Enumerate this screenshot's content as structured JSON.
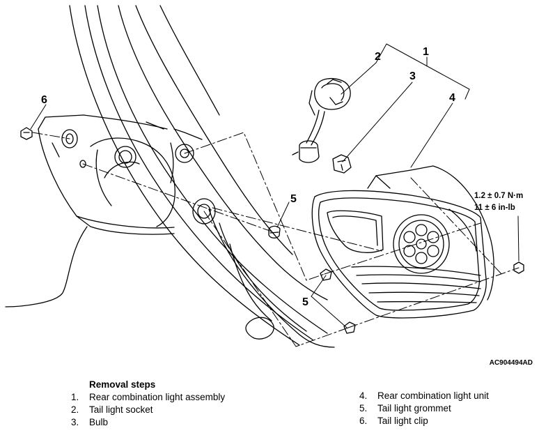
{
  "callouts": [
    "1",
    "2",
    "3",
    "4",
    "5",
    "5",
    "6"
  ],
  "torque_spec": {
    "line1": "1.2 ± 0.7 N·m",
    "line2": "11 ± 6 in-lb"
  },
  "figure_id": "AC904494AD",
  "removal_steps": {
    "title": "Removal steps",
    "left": [
      {
        "num": "1.",
        "label": "Rear combination light assembly"
      },
      {
        "num": "2.",
        "label": "Tail light socket"
      },
      {
        "num": "3.",
        "label": "Bulb"
      }
    ],
    "right": [
      {
        "num": "4.",
        "label": "Rear combination light unit"
      },
      {
        "num": "5.",
        "label": "Tail light grommet"
      },
      {
        "num": "6.",
        "label": "Tail light clip"
      }
    ]
  }
}
